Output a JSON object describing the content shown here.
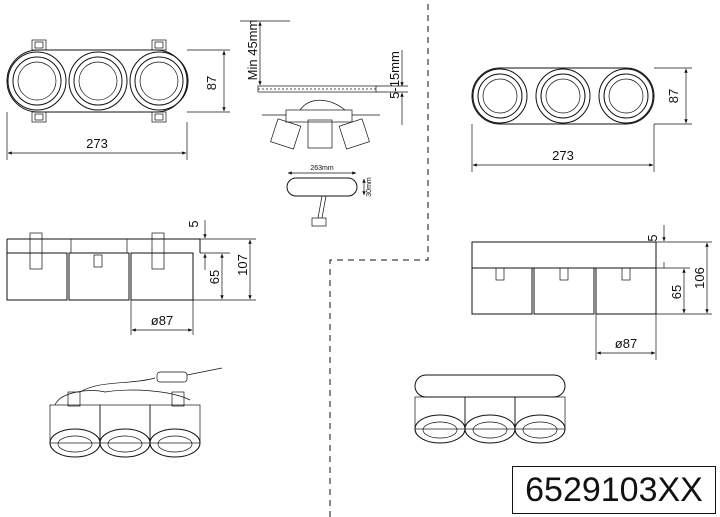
{
  "product_code": "6529103XX",
  "recessed_top": {
    "width_label": "273",
    "height_label": "87"
  },
  "recessed_side": {
    "flange_label": "5",
    "body_label": "65",
    "total_label": "107",
    "diameter_label": "ø87"
  },
  "install": {
    "depth_label": "Min 45mm",
    "ceiling_label": "5-15mm"
  },
  "driver": {
    "length_label": "263mm",
    "height_label": "30mm"
  },
  "surface_top": {
    "width_label": "273",
    "height_label": "87"
  },
  "surface_side": {
    "flange_label": "5",
    "body_label": "65",
    "total_label": "106",
    "diameter_label": "ø87"
  }
}
